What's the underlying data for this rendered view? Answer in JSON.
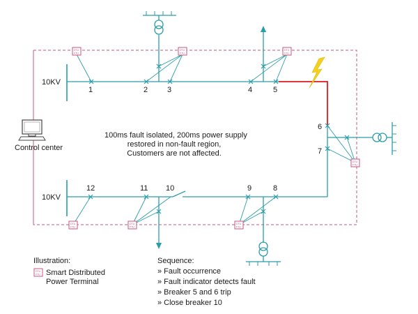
{
  "voltage_labels": [
    "10KV",
    "10KV"
  ],
  "breakers": {
    "b1": "1",
    "b2": "2",
    "b3": "3",
    "b4": "4",
    "b5": "5",
    "b6": "6",
    "b7": "7",
    "b8": "8",
    "b9": "9",
    "b10": "10",
    "b11": "11",
    "b12": "12"
  },
  "control_center": "Control center",
  "center_note": [
    "100ms fault isolated, 200ms power supply",
    "restored in non-fault region,",
    "Customers are not affected."
  ],
  "legend": {
    "title": "Illustration:",
    "terminal_label": [
      "Smart Distributed",
      "Power Terminal"
    ]
  },
  "sequence": {
    "title": "Sequence:",
    "steps": [
      "Fault occurrence",
      "Fault indicator detects fault",
      "Breaker 5 and 6 trip",
      "Close breaker 10"
    ]
  },
  "colors": {
    "line": "#2a9da8",
    "fault_line": "#e0191b",
    "lightning": "#f4d11c",
    "comm_link": "#c8557f",
    "terminal_box": "#c8557f"
  }
}
